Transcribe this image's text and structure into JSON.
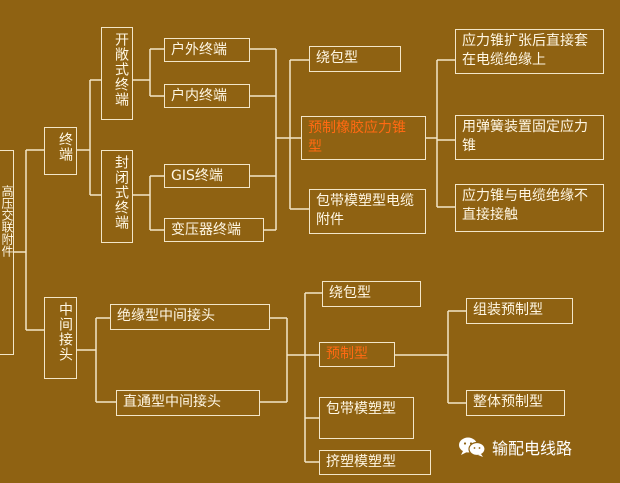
{
  "root_label": "高压交联附件",
  "terminal": {
    "label": "终端",
    "open": {
      "label": "开敞式终端",
      "items": [
        "户外终端",
        "户内终端"
      ]
    },
    "closed": {
      "label": "封闭式终端",
      "items": [
        "GIS终端",
        "变压器终端"
      ]
    },
    "types": [
      "绕包型",
      "预制橡胶应力锥型",
      "包带模塑型电缆附件"
    ],
    "prefab_subtypes": [
      "应力锥扩张后直接套在电缆绝缘上",
      "用弹簧装置固定应力锥",
      "应力锥与电缆绝缘不直接接触"
    ]
  },
  "joint": {
    "label": "中间接头",
    "items": [
      "绝缘型中间接头",
      "直通型中间接头"
    ],
    "types": [
      "绕包型",
      "预制型",
      "包带模塑型",
      "挤塑模塑型"
    ],
    "prefab_subtypes": [
      "组装预制型",
      "整体预制型"
    ]
  },
  "watermark": {
    "text": "输配电线路",
    "icon": "wechat-icon"
  },
  "colors": {
    "background": "#8f6212",
    "line": "#f3e6c8",
    "text": "#fff7e4",
    "highlight": "#ff6a12"
  }
}
